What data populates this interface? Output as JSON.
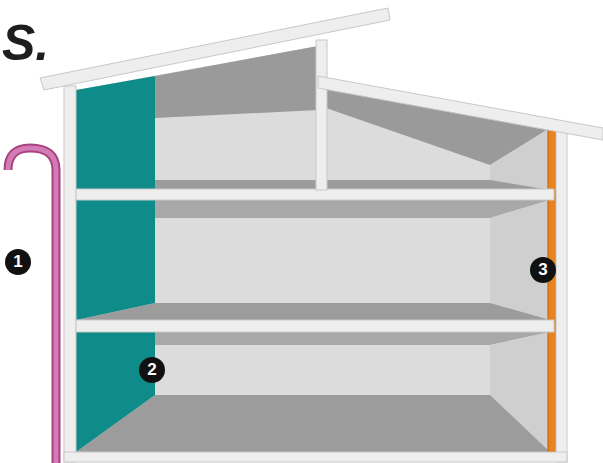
{
  "diagram": {
    "labels": [
      "S.",
      "1",
      "2",
      "3"
    ]
  }
}
